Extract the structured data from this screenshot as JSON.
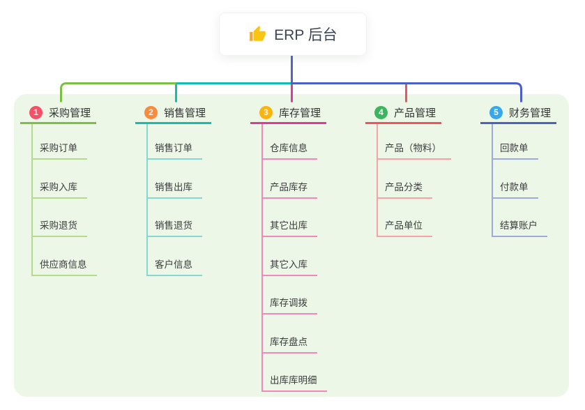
{
  "root": {
    "title": "ERP 后台",
    "icon": "thumbs-up"
  },
  "branches": [
    {
      "number": "1",
      "title": "采购管理",
      "color": "#7cc043",
      "light_color": "#b3db8c",
      "badge_color": "#f65067",
      "children": [
        "采购订单",
        "采购入库",
        "采购退货",
        "供应商信息"
      ]
    },
    {
      "number": "2",
      "title": "销售管理",
      "color": "#16bcb0",
      "light_color": "#83d9d0",
      "badge_color": "#fb8a3c",
      "children": [
        "销售订单",
        "销售出库",
        "销售退货",
        "客户信息"
      ]
    },
    {
      "number": "3",
      "title": "库存管理",
      "color": "#e03a97",
      "light_color": "#f287ba",
      "badge_color": "#fbb40f",
      "children": [
        "仓库信息",
        "产品库存",
        "其它出库",
        "其它入库",
        "库存调拨",
        "库存盘点",
        "出库库明细"
      ]
    },
    {
      "number": "4",
      "title": "产品管理",
      "color": "#f4515c",
      "light_color": "#f8a2a2",
      "badge_color": "#3cb55f",
      "children": [
        "产品（物料）",
        "产品分类",
        "产品单位"
      ]
    },
    {
      "number": "5",
      "title": "财务管理",
      "color": "#4a5fc8",
      "light_color": "#9aa9e0",
      "badge_color": "#38a8ea",
      "children": [
        "回款单",
        "付款单",
        "结算账户"
      ]
    }
  ],
  "colors": {
    "panel-bg": "#ecf7e8",
    "root-line": "#5265c7",
    "title-text": "#3d4456",
    "heading-text": "#333333",
    "child-text": "#3c3c3c",
    "thumb-yellow": "#f9c513",
    "thumb-cuff": "#eda83b"
  }
}
